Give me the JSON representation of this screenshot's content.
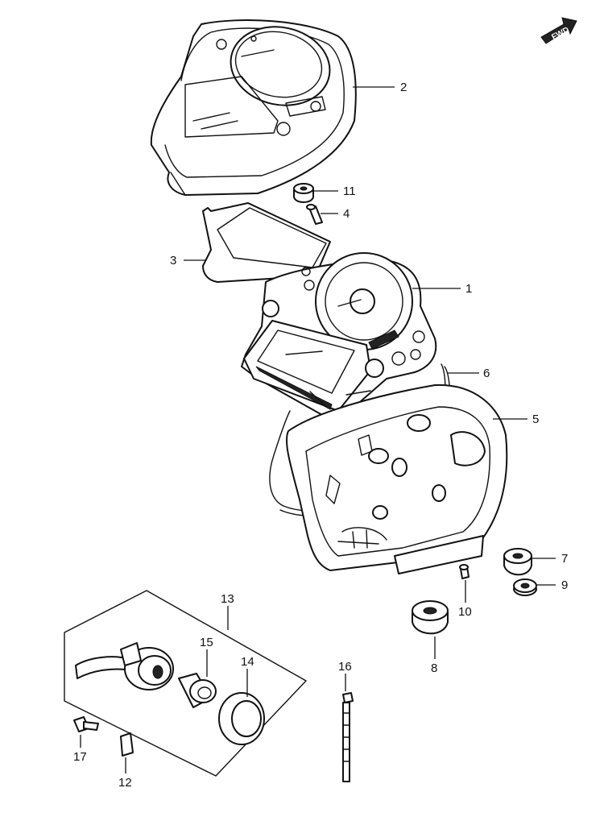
{
  "direction_badge": {
    "label": "FWD"
  },
  "callouts": [
    {
      "id": "c1",
      "text": "1"
    },
    {
      "id": "c2",
      "text": "2"
    },
    {
      "id": "c3",
      "text": "3"
    },
    {
      "id": "c4",
      "text": "4"
    },
    {
      "id": "c5",
      "text": "5"
    },
    {
      "id": "c6",
      "text": "6"
    },
    {
      "id": "c7",
      "text": "7"
    },
    {
      "id": "c8",
      "text": "8"
    },
    {
      "id": "c9",
      "text": "9"
    },
    {
      "id": "c10",
      "text": "10"
    },
    {
      "id": "c11",
      "text": "11"
    },
    {
      "id": "c12",
      "text": "12"
    },
    {
      "id": "c13",
      "text": "13"
    },
    {
      "id": "c14",
      "text": "14"
    },
    {
      "id": "c15",
      "text": "15"
    },
    {
      "id": "c16",
      "text": "16"
    },
    {
      "id": "c17",
      "text": "17"
    }
  ]
}
